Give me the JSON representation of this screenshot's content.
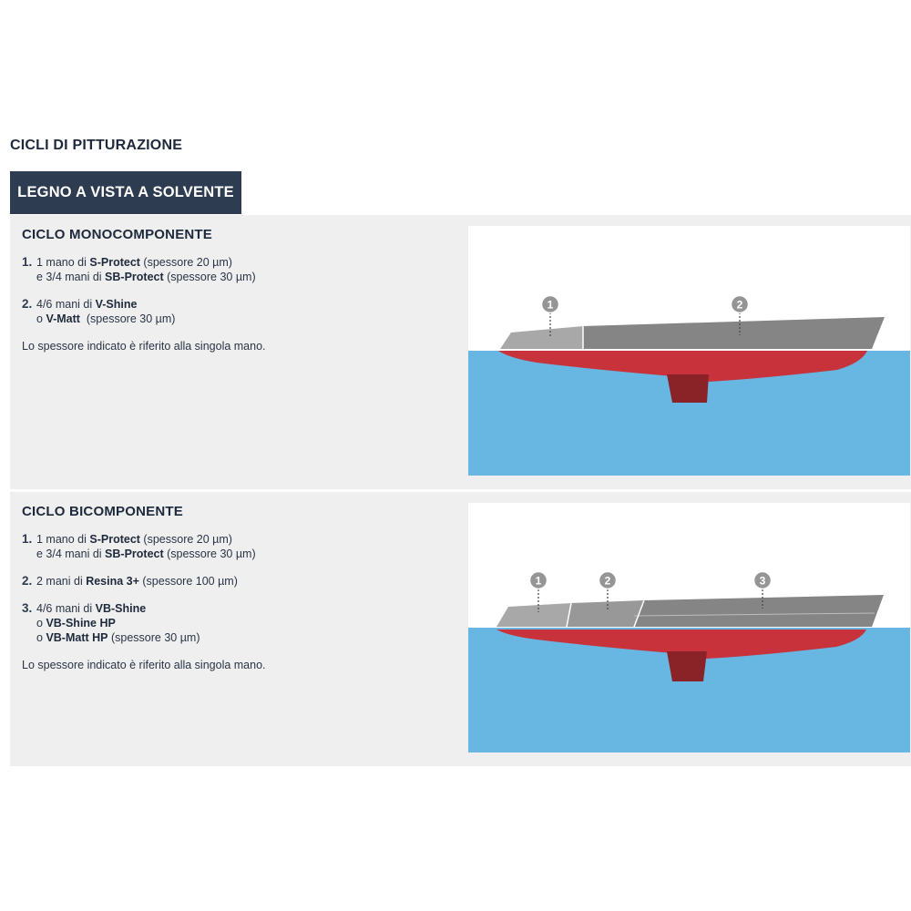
{
  "page_title": "CICLI DI PITTURAZIONE",
  "tab_label": "LEGNO A VISTA A SOLVENTE",
  "cycles": [
    {
      "title": "CICLO MONOCOMPONENTE",
      "steps": [
        {
          "num": "1.",
          "lines": [
            {
              "pre": "1 mano di ",
              "bold": "S-Protect",
              "post": " (spessore 20 µm)"
            },
            {
              "pre": "e 3/4 mani di ",
              "bold": "SB-Protect",
              "post": " (spessore 30 µm)"
            }
          ]
        },
        {
          "num": "2.",
          "lines": [
            {
              "pre": "4/6 mani di ",
              "bold": "V-Shine",
              "post": ""
            },
            {
              "pre": "o ",
              "bold": "V-Matt",
              "post": "  (spessore 30 µm)"
            }
          ]
        }
      ],
      "note": "Lo spessore indicato è riferito alla singola mano.",
      "markers": [
        "1",
        "2"
      ]
    },
    {
      "title": "CICLO BICOMPONENTE",
      "steps": [
        {
          "num": "1.",
          "lines": [
            {
              "pre": "1 mano di ",
              "bold": "S-Protect",
              "post": " (spessore 20 µm)"
            },
            {
              "pre": "e 3/4 mani di ",
              "bold": "SB-Protect",
              "post": " (spessore 30 µm)"
            }
          ]
        },
        {
          "num": "2.",
          "lines": [
            {
              "pre": "2 mani di ",
              "bold": "Resina 3+",
              "post": " (spessore 100 µm)"
            }
          ]
        },
        {
          "num": "3.",
          "lines": [
            {
              "pre": "4/6 mani di ",
              "bold": "VB-Shine",
              "post": ""
            },
            {
              "pre": "o ",
              "bold": "VB-Shine HP",
              "post": ""
            },
            {
              "pre": "o ",
              "bold": "VB-Matt HP",
              "post": " (spessore 30 µm)"
            }
          ]
        }
      ],
      "note": "Lo spessore indicato è riferito alla singola mano.",
      "markers": [
        "1",
        "2",
        "3"
      ]
    }
  ],
  "colors": {
    "navy": "#2e3c51",
    "panel_bg": "#efefef",
    "water": "#68b6e2",
    "hull_red": "#c8323a",
    "keel": "#8a2328",
    "layer_light": "#a8a8a8",
    "layer_mid": "#989898",
    "layer_dark": "#858585",
    "marker": "#959595"
  }
}
